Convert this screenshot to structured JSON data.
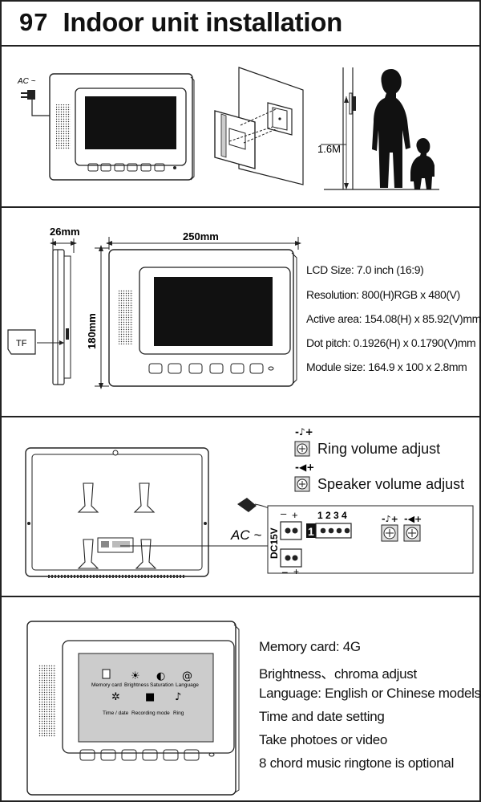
{
  "header": {
    "page_number": "97",
    "title": "Indoor unit installation"
  },
  "section1": {
    "ac_label": "AC ~",
    "height_label": "1.6M"
  },
  "section2": {
    "width_dim": "250mm",
    "depth_dim": "26mm",
    "height_dim": "180mm",
    "tf_label": "TF",
    "specs": [
      "LCD Size: 7.0 inch (16:9)",
      "Resolution: 800(H)RGB x 480(V)",
      "Active area: 154.08(H) x 85.92(V)mm",
      "Dot pitch: 0.1926(H) x 0.1790(V)mm",
      "Module size: 164.9 x 100 x 2.8mm"
    ]
  },
  "section3": {
    "ring_volume": "Ring volume adjust",
    "speaker_volume": "Speaker volume adjust",
    "ac_label": "AC ~",
    "dc_label": "DC15V",
    "terminal_numbers": "1 2 3 4",
    "terminal_one": "1",
    "minus": "–",
    "plus": "+"
  },
  "section4": {
    "menu": [
      {
        "label": "Memory card",
        "icon": "memory-card-icon"
      },
      {
        "label": "Brightness",
        "icon": "sun-icon"
      },
      {
        "label": "Saturation",
        "icon": "contrast-icon"
      },
      {
        "label": "Language",
        "icon": "at-icon"
      },
      {
        "label": "Time / date",
        "icon": "clock-icon"
      },
      {
        "label": "Recording mode",
        "icon": "camera-icon"
      },
      {
        "label": "Ring",
        "icon": "music-note-icon"
      }
    ],
    "features": [
      "Memory card: 4G",
      "Brightness、chroma adjust",
      "Language: English or Chinese models",
      "Time and date setting",
      "Take photoes or video",
      "8 chord music ringtone is optional"
    ]
  }
}
